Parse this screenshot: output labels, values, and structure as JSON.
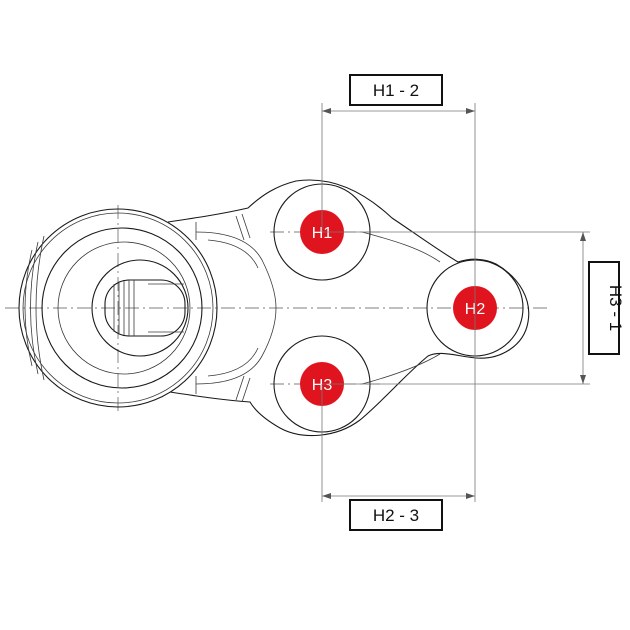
{
  "colors": {
    "hole_marker": "#e0141e",
    "line": "#1a1a1a",
    "background": "#ffffff"
  },
  "holes": {
    "h1": "H1",
    "h2": "H2",
    "h3": "H3"
  },
  "dimensions": {
    "h1_h2": "H1 - 2",
    "h2_h3": "H2 - 3",
    "h3_h1": "H3 - 1"
  }
}
